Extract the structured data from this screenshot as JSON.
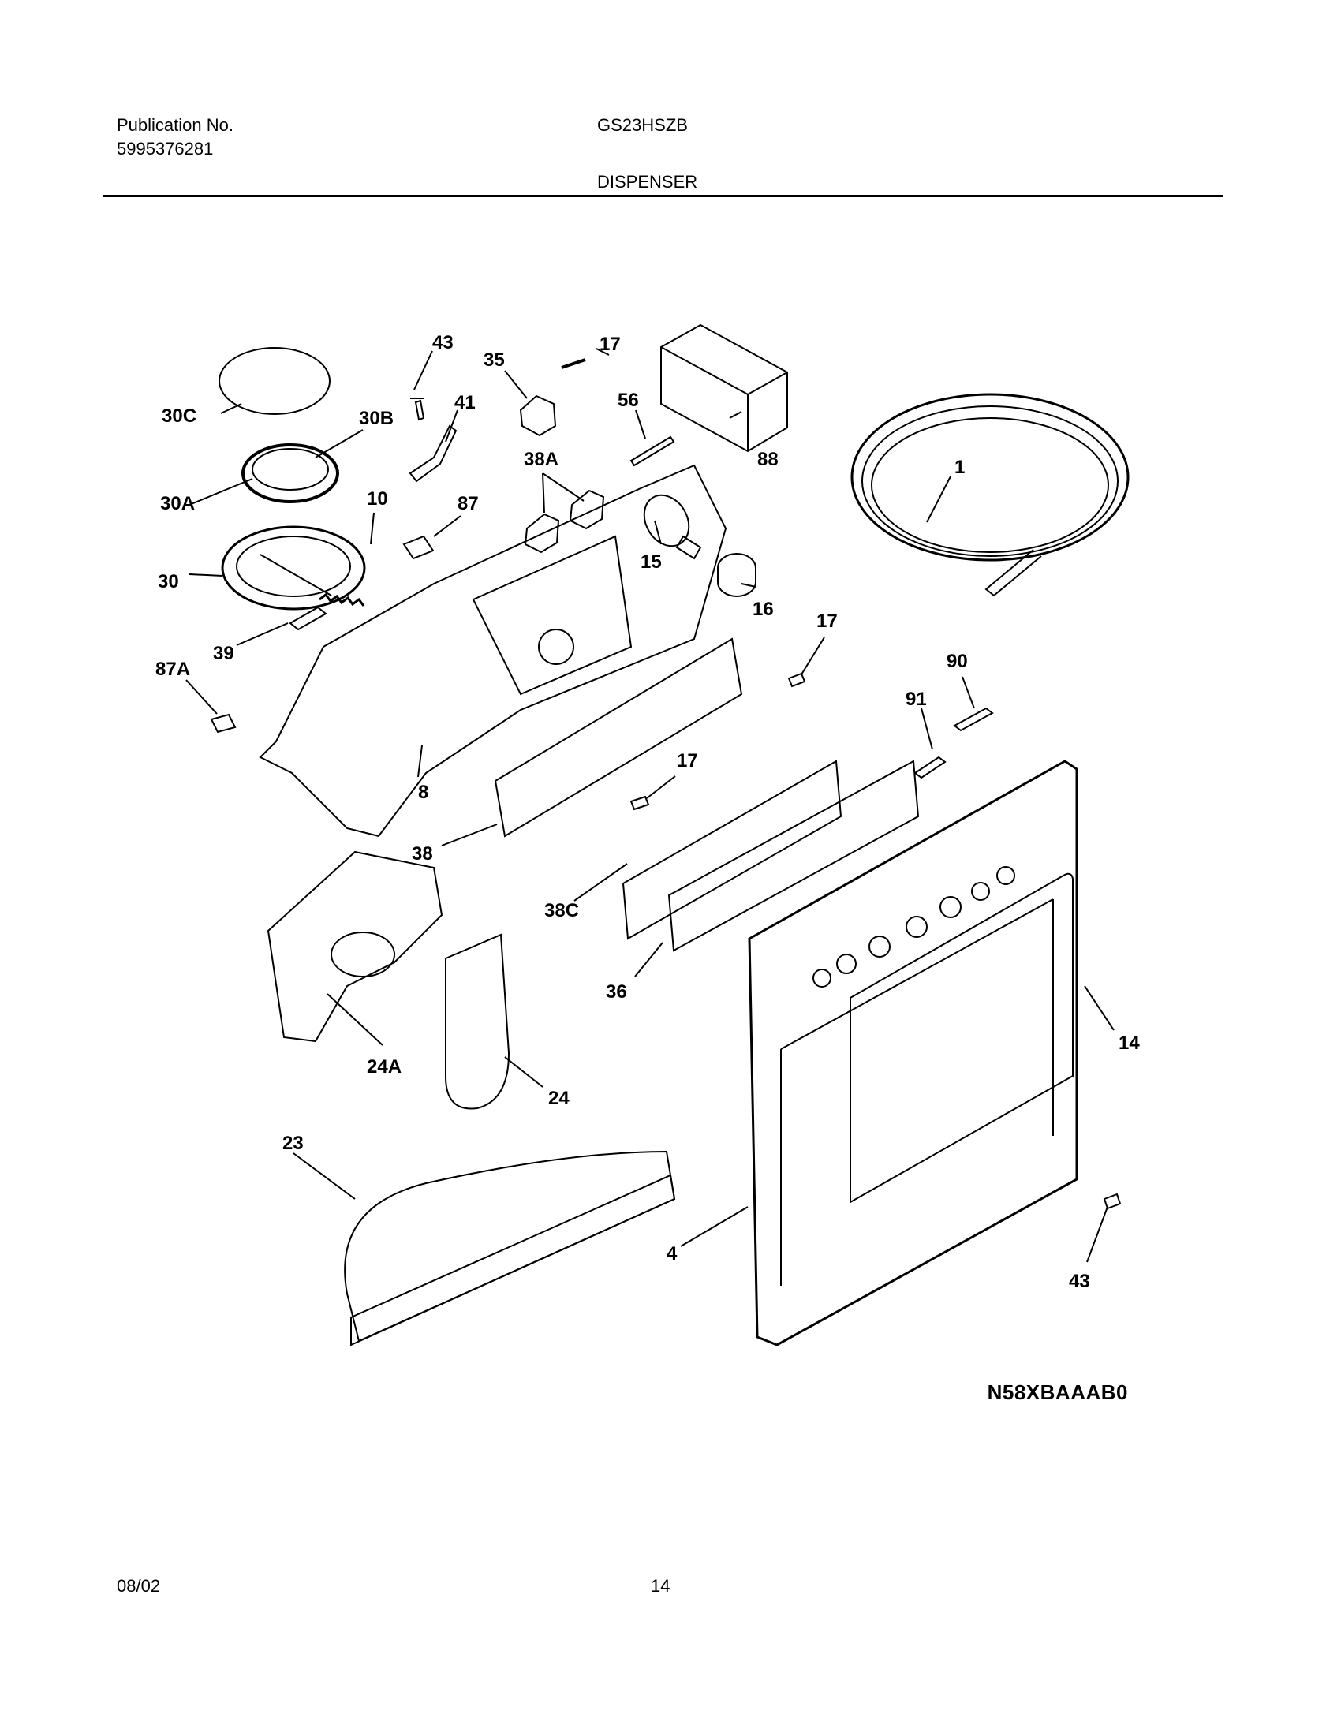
{
  "header": {
    "publication_label": "Publication No.",
    "publication_number": "5995376281",
    "model": "GS23HSZB",
    "section": "DISPENSER"
  },
  "callouts": [
    "30C",
    "43",
    "35",
    "17",
    "56",
    "88",
    "41",
    "30B",
    "38A",
    "1",
    "30A",
    "10",
    "87",
    "15",
    "16",
    "30",
    "17",
    "39",
    "87A",
    "90",
    "91",
    "17",
    "8",
    "38",
    "38C",
    "36",
    "24A",
    "24",
    "14",
    "23",
    "4",
    "43"
  ],
  "diagram_code": "N58XBAAAB0",
  "footer": {
    "date": "08/02",
    "page": "14"
  }
}
